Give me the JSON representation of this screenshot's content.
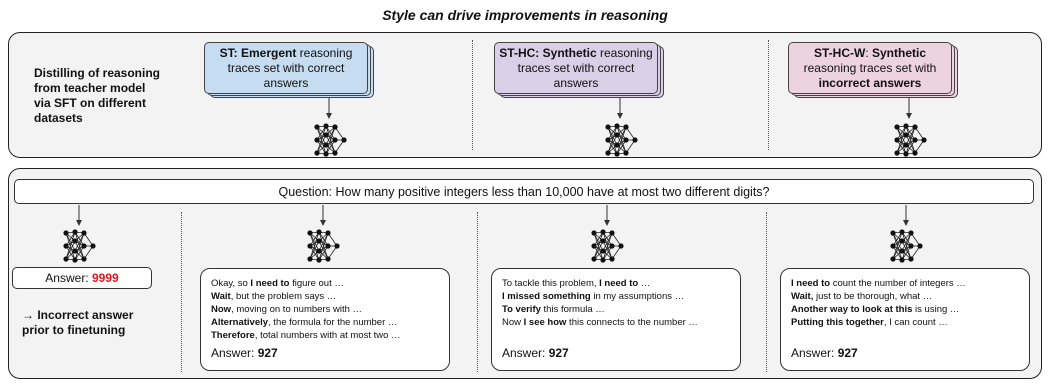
{
  "title": "Style can drive improvements in reasoning",
  "top_panel": {
    "label": [
      "Distilling of reasoning",
      "from teacher model",
      "via SFT on different",
      "datasets"
    ],
    "datasets": [
      {
        "color": "#c6dcf0",
        "parts": [
          [
            "ST: ",
            true
          ],
          [
            "Emergent",
            true
          ],
          [
            " reasoning traces set with correct answers",
            false
          ]
        ]
      },
      {
        "color": "#d9cfe6",
        "parts": [
          [
            "ST-HC: ",
            true
          ],
          [
            "Synthetic",
            true
          ],
          [
            " reasoning traces set with correct answers",
            false
          ]
        ]
      },
      {
        "color": "#ecd3de",
        "parts": [
          [
            "ST-HC-W",
            true
          ],
          [
            ": ",
            false
          ],
          [
            "Synthetic",
            true
          ],
          [
            " reasoning traces set with ",
            false
          ],
          [
            "incorrect answers",
            true
          ]
        ]
      }
    ]
  },
  "question": "Question: How many positive integers less than 10,000 have at most two different digits?",
  "baseline": {
    "answer_label": "Answer: ",
    "answer_value": "9999",
    "answer_color": "#e8141b",
    "note_line1": "→ Incorrect answer",
    "note_line2": "prior to finetuning"
  },
  "traces": [
    {
      "lines": [
        [
          [
            "Okay, so ",
            false
          ],
          [
            "I need to",
            true
          ],
          [
            " figure out …",
            false
          ]
        ],
        [
          [
            "Wait",
            true
          ],
          [
            ", but the problem says …",
            false
          ]
        ],
        [
          [
            "Now",
            true
          ],
          [
            ", moving on to numbers with …",
            false
          ]
        ],
        [
          [
            "Alternatively",
            true
          ],
          [
            ", the formula for the number …",
            false
          ]
        ],
        [
          [
            "Therefore",
            true
          ],
          [
            ", total numbers with at most two …",
            false
          ]
        ]
      ],
      "answer_label": "Answer: ",
      "answer_value": "927"
    },
    {
      "lines": [
        [
          [
            "To tackle this problem, ",
            false
          ],
          [
            "I need to",
            true
          ],
          [
            " …",
            false
          ]
        ],
        [
          [
            "I missed something",
            true
          ],
          [
            " in my assumptions …",
            false
          ]
        ],
        [
          [
            "To verify",
            true
          ],
          [
            " this formula …",
            false
          ]
        ],
        [
          [
            "Now ",
            false
          ],
          [
            "I see how",
            true
          ],
          [
            " this connects to the number …",
            false
          ]
        ]
      ],
      "answer_label": "Answer: ",
      "answer_value": "927"
    },
    {
      "lines": [
        [
          [
            "I need to",
            true
          ],
          [
            " count the number of integers …",
            false
          ]
        ],
        [
          [
            "Wait,",
            true
          ],
          [
            " just to be thorough, what …",
            false
          ]
        ],
        [
          [
            "Another way to look at this",
            true
          ],
          [
            " is using …",
            false
          ]
        ],
        [
          [
            "Putting this together",
            true
          ],
          [
            ", I can count …",
            false
          ]
        ]
      ],
      "answer_label": "Answer: ",
      "answer_value": "927"
    }
  ]
}
